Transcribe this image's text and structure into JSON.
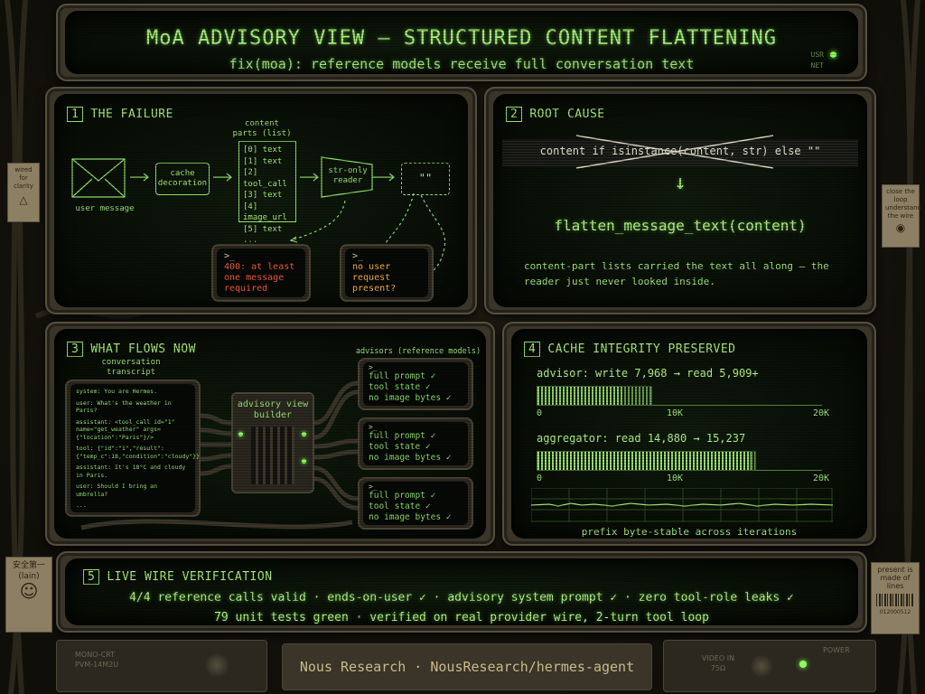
{
  "header": {
    "title": "MoA ADVISORY VIEW — STRUCTURED CONTENT FLATTENING",
    "subtitle": "fix(moa): reference models receive full conversation text",
    "led_usr": "USR",
    "led_net": "NET"
  },
  "panel1": {
    "num": "1",
    "title": "THE FAILURE",
    "user_message": "user message",
    "cache_decoration": "cache decoration",
    "content_parts": "content parts (list)",
    "parts": [
      "[0] text",
      "[1] text",
      "[2] tool_call",
      "[3] text",
      "[4] image_url",
      "[5] text",
      "..."
    ],
    "str_only_reader": "str-only reader",
    "empty_output": "\"\"",
    "error_prompt": ">_",
    "error_text": "400: at least one message required",
    "warn_prompt": ">_",
    "warn_text": "no user request present?"
  },
  "panel2": {
    "num": "2",
    "title": "ROOT CAUSE",
    "old_code": "content if isinstance(content, str) else \"\"",
    "arrow": "↓",
    "new_code": "flatten_message_text(content)",
    "note": "content-part lists carried the text all along — the reader just never looked inside."
  },
  "panel3": {
    "num": "3",
    "title": "WHAT FLOWS NOW",
    "transcript_label": "conversation transcript",
    "transcript_lines": [
      "system: You are Hermes.",
      "user: What's the weather in Paris?",
      "assistant: <tool_call id=\"1\" name=\"get_weather\" args={\"location\":\"Paris\"}/>",
      "tool: {\"id\":\"1\",\"result\": {\"temp_c\":18,\"condition\":\"cloudy\"}}",
      "assistant: It's 18°C and cloudy in Paris.",
      "user: Should I bring an umbrella?",
      "..."
    ],
    "builder": "advisory view builder",
    "advisors_label": "advisors (reference models)",
    "advisor_prompt": ">_",
    "advisor_lines": [
      "full prompt ✓",
      "tool state ✓",
      "no image bytes ✓"
    ]
  },
  "panel4": {
    "num": "4",
    "title": "CACHE INTEGRITY PRESERVED",
    "advisor_line": "advisor: write 7,968  →  read 5,909+",
    "aggregator_line": "aggregator: read 14,880  →  15,237",
    "ticks": [
      "0",
      "10K",
      "20K"
    ],
    "footer": "prefix byte-stable across iterations"
  },
  "chart_data": [
    {
      "type": "bar",
      "categories": [
        "advisor write",
        "advisor read"
      ],
      "values": [
        7968,
        5909
      ],
      "xlim": [
        0,
        20000
      ],
      "ticks": [
        "0",
        "10K",
        "20K"
      ]
    },
    {
      "type": "bar",
      "categories": [
        "aggregator read",
        "aggregator read (next)"
      ],
      "values": [
        14880,
        15237
      ],
      "xlim": [
        0,
        20000
      ],
      "ticks": [
        "0",
        "10K",
        "20K"
      ]
    }
  ],
  "panel5": {
    "num": "5",
    "title": "LIVE WIRE VERIFICATION",
    "line1": "4/4 reference calls valid · ends-on-user ✓ · advisory system prompt ✓ · zero tool-role leaks ✓",
    "line2": "79 unit tests green · verified on real provider wire, 2-turn tool loop"
  },
  "footer": {
    "plate_left": "MONO-CRT PVM-14M2U",
    "credit": "Nous Research · NousResearch/hermes-agent",
    "video_in": "VIDEO IN 75Ω",
    "power": "POWER"
  },
  "tags": {
    "wired": "wired for clarity",
    "close_loop": "close the loop understand the wire",
    "safety": "安全第一 (lain)",
    "present": "present is made of lines",
    "barcode_num": "012000512"
  },
  "colors": {
    "phosphor": "#8fe06a",
    "error": "#ff5a3c",
    "warning": "#ffb142",
    "bezel": "#3a3528"
  }
}
